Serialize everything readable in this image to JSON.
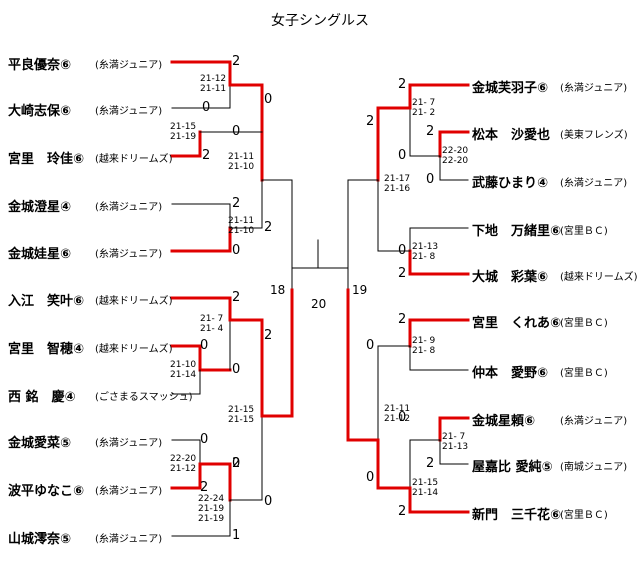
{
  "title": "女子シングルス",
  "left_players": [
    {
      "name": "平良優奈⑥",
      "team": "(糸満ジュニア)"
    },
    {
      "name": "大崎志保⑥",
      "team": "(糸満ジュニア)"
    },
    {
      "name": "宮里　玲佳⑥",
      "team": "(越来ドリームズ)"
    },
    {
      "name": "金城澄星④",
      "team": "(糸満ジュニア)"
    },
    {
      "name": "金城娃星⑥",
      "team": "(糸満ジュニア)"
    },
    {
      "name": "入江　笑叶⑥",
      "team": "(越来ドリームズ)"
    },
    {
      "name": "宮里　智穂④",
      "team": "(越来ドリームズ)"
    },
    {
      "name": "西 銘　慶④",
      "team": "(ごさまるスマッシュ)"
    },
    {
      "name": "金城愛菜⑤",
      "team": "(糸満ジュニア)"
    },
    {
      "name": "波平ゆなこ⑥",
      "team": "(糸満ジュニア)"
    },
    {
      "name": "山城澪奈⑤",
      "team": "(糸満ジュニア)"
    }
  ],
  "right_players": [
    {
      "name": "金城芙羽子⑥",
      "team": "(糸満ジュニア)"
    },
    {
      "name": "松本　沙愛也",
      "team": "(美東フレンズ)"
    },
    {
      "name": "武藤ひまり④",
      "team": "(糸満ジュニア)"
    },
    {
      "name": "下地　万緒里⑥",
      "team": "(宮里ＢＣ)"
    },
    {
      "name": "大城　彩葉⑥",
      "team": "(越来ドリームズ)"
    },
    {
      "name": "宮里　くれあ⑥",
      "team": "(宮里ＢＣ)"
    },
    {
      "name": "仲本　愛野⑥",
      "team": "(宮里ＢＣ)"
    },
    {
      "name": "金城星頼⑥",
      "team": "(糸満ジュニア)"
    },
    {
      "name": "屋嘉比 愛純⑤",
      "team": "(南城ジュニア)"
    },
    {
      "name": "新門　三千花⑥",
      "team": "(宮里ＢＣ)"
    }
  ],
  "left_scores": [
    "2",
    "0",
    "0",
    "2",
    "0",
    "2",
    "2",
    "0",
    "2",
    "0",
    "0",
    "2",
    "0",
    "1",
    "2",
    "0",
    "2",
    "0"
  ],
  "right_scores": [
    "2",
    "2",
    "0",
    "0",
    "2",
    "0",
    "2",
    "2",
    "0",
    "0",
    "2",
    "0",
    "2"
  ],
  "left_set_scores": [
    "21-12\n21-11",
    "21-15\n21-19",
    "21-11\n21-10",
    "21-11\n21-10",
    "21- 7\n21- 4",
    "21-10\n21-14",
    "21-15\n21-15",
    "22-20\n21-12",
    "22-24\n21-19\n21-19"
  ],
  "right_set_scores": [
    "21- 7\n21- 2",
    "22-20\n22-20",
    "21-17\n21-16",
    "21-13\n21- 8",
    "21- 9\n21- 8",
    "21-11\n21-12",
    "21- 7\n21-13",
    "21-15\n21-14"
  ],
  "center": {
    "left_num": "18",
    "final_num": "20",
    "right_num": "19"
  },
  "colors": {
    "win_line": "#e00000",
    "line": "#000000"
  }
}
